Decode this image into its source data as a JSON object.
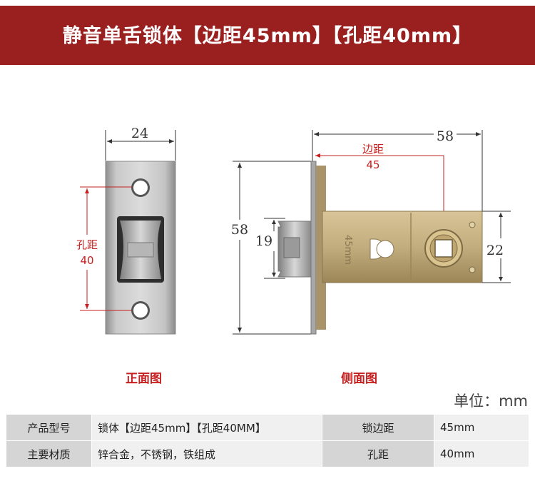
{
  "header": {
    "title": "静音单舌锁体【边距45mm】【孔距40mm】"
  },
  "front_view": {
    "width_dim": "24",
    "hole_dist_label": "孔距",
    "hole_dist_value": "40",
    "caption": "正面图"
  },
  "side_view": {
    "length_dim": "58",
    "backset_label": "边距",
    "backset_value": "45",
    "height_dim": "58",
    "latch_dim": "19",
    "body_dim": "22",
    "engraving": "45mm",
    "caption": "侧面图"
  },
  "unit_note": "单位：mm",
  "spec_table": {
    "rows": [
      {
        "key": "产品型号",
        "value": "锁体【边距45mm】【孔距40MM】",
        "key2": "锁边距",
        "value2": "45mm"
      },
      {
        "key": "主要材质",
        "value": "锌合金，不锈钢，铁组成",
        "key2": "孔距",
        "value2": "40mm"
      }
    ]
  },
  "colors": {
    "banner": "#9a1f1f",
    "accent_red": "#c62020",
    "brass": "#c2ad7e"
  }
}
